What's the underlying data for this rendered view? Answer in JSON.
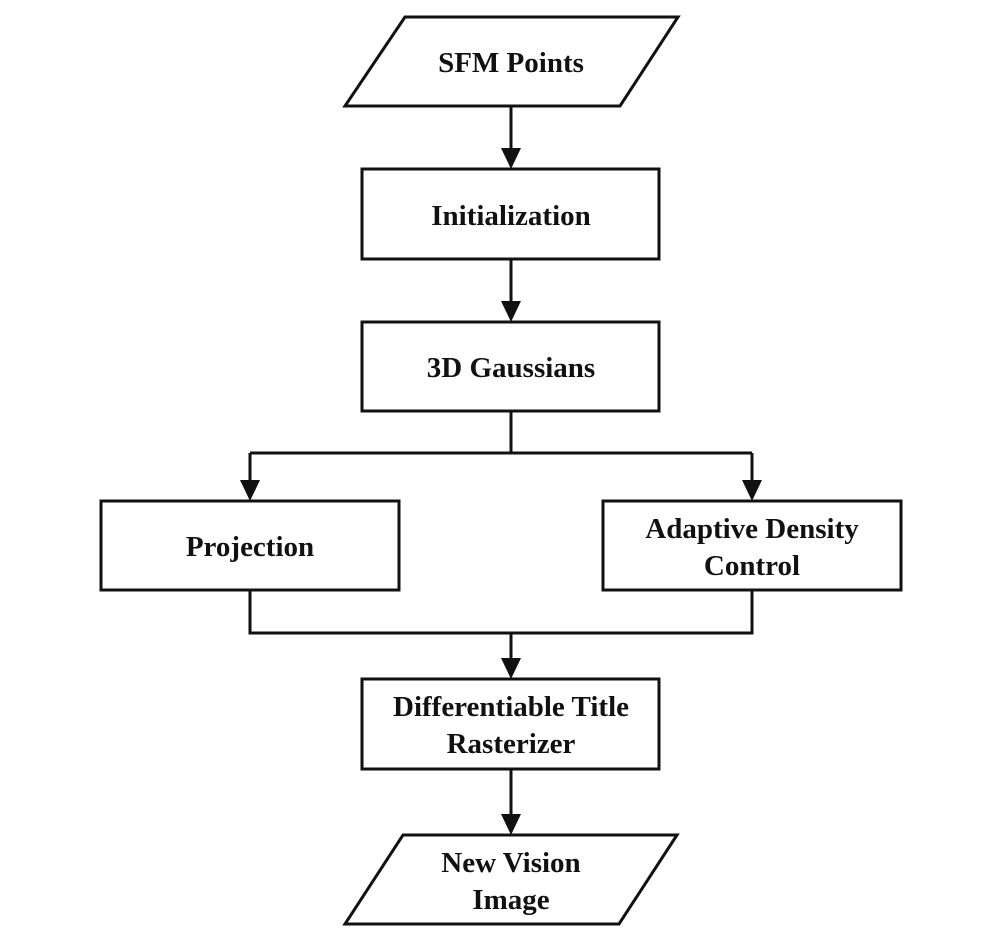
{
  "flowchart": {
    "nodes": {
      "sfm_points": {
        "line1": "SFM Points"
      },
      "initialization": {
        "line1": "Initialization"
      },
      "gaussians": {
        "line1": "3D Gaussians"
      },
      "projection": {
        "line1": "Projection"
      },
      "adaptive_density": {
        "line1": "Adaptive Density",
        "line2": "Control"
      },
      "rasterizer": {
        "line1": "Differentiable Title",
        "line2": "Rasterizer"
      },
      "new_vision": {
        "line1": "New Vision",
        "line2": "Image"
      }
    }
  }
}
